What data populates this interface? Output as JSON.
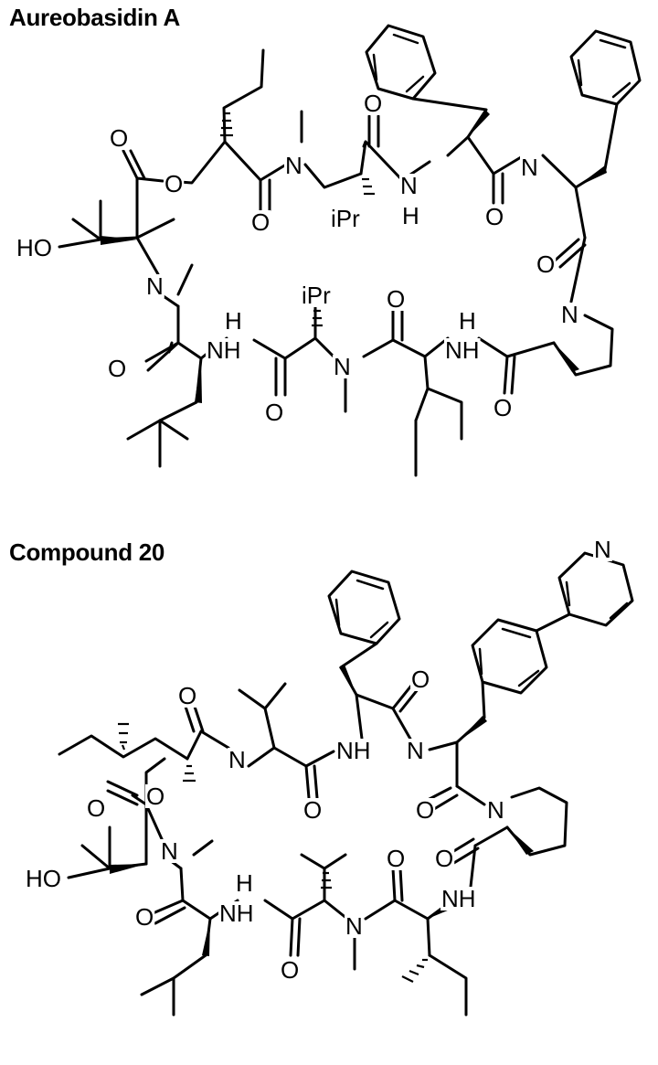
{
  "structures": [
    {
      "id": "structure-1",
      "title": "Aureobasidin A",
      "labels": {
        "o": "O",
        "n": "N",
        "h": "H",
        "nh": "NH",
        "ho": "HO",
        "ipr": "iPr"
      }
    },
    {
      "id": "structure-2",
      "title": "Compound 20",
      "labels": {
        "o": "O",
        "n": "N",
        "h": "H",
        "nh": "NH",
        "ho": "HO"
      }
    }
  ],
  "colors": {
    "ink": "#000000",
    "background": "#ffffff"
  }
}
